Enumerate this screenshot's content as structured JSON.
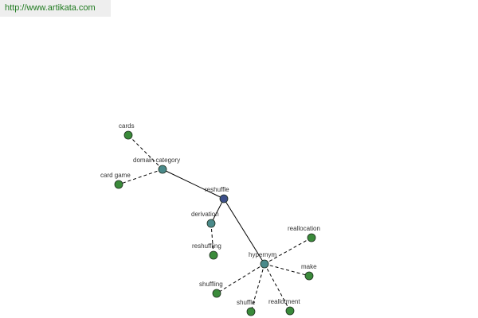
{
  "site_url": "http://www.artikata.com",
  "colors": {
    "root": "#3d4f8a",
    "relation": "#4a8a8a",
    "leaf": "#3a8a3a",
    "node_stroke": "#1e2e1e",
    "edge": "#000000",
    "url_text": "#1f7a1f"
  },
  "graph": {
    "nodes": [
      {
        "id": "reshuffle",
        "label": "reshuffle",
        "kind": "root"
      },
      {
        "id": "domain-category",
        "label": "domain category",
        "kind": "relation"
      },
      {
        "id": "derivation",
        "label": "derivation",
        "kind": "relation"
      },
      {
        "id": "hypernym",
        "label": "hypernym",
        "kind": "relation"
      },
      {
        "id": "cards",
        "label": "cards",
        "kind": "leaf"
      },
      {
        "id": "card-game",
        "label": "card game",
        "kind": "leaf"
      },
      {
        "id": "reshuffling",
        "label": "reshuffling",
        "kind": "leaf"
      },
      {
        "id": "reallocation",
        "label": "reallocation",
        "kind": "leaf"
      },
      {
        "id": "make",
        "label": "make",
        "kind": "leaf"
      },
      {
        "id": "shuffling",
        "label": "shuffling",
        "kind": "leaf"
      },
      {
        "id": "shuffle",
        "label": "shuffle",
        "kind": "leaf"
      },
      {
        "id": "reallotment",
        "label": "reallotment",
        "kind": "leaf"
      }
    ],
    "edges": [
      {
        "from": "reshuffle",
        "to": "domain-category",
        "style": "solid"
      },
      {
        "from": "reshuffle",
        "to": "derivation",
        "style": "solid"
      },
      {
        "from": "reshuffle",
        "to": "hypernym",
        "style": "solid"
      },
      {
        "from": "domain-category",
        "to": "cards",
        "style": "dashed"
      },
      {
        "from": "domain-category",
        "to": "card-game",
        "style": "dashed"
      },
      {
        "from": "derivation",
        "to": "reshuffling",
        "style": "dashed"
      },
      {
        "from": "hypernym",
        "to": "reallocation",
        "style": "dashed"
      },
      {
        "from": "hypernym",
        "to": "make",
        "style": "dashed"
      },
      {
        "from": "hypernym",
        "to": "shuffling",
        "style": "dashed"
      },
      {
        "from": "hypernym",
        "to": "shuffle",
        "style": "dashed"
      },
      {
        "from": "hypernym",
        "to": "reallotment",
        "style": "dashed"
      }
    ]
  }
}
